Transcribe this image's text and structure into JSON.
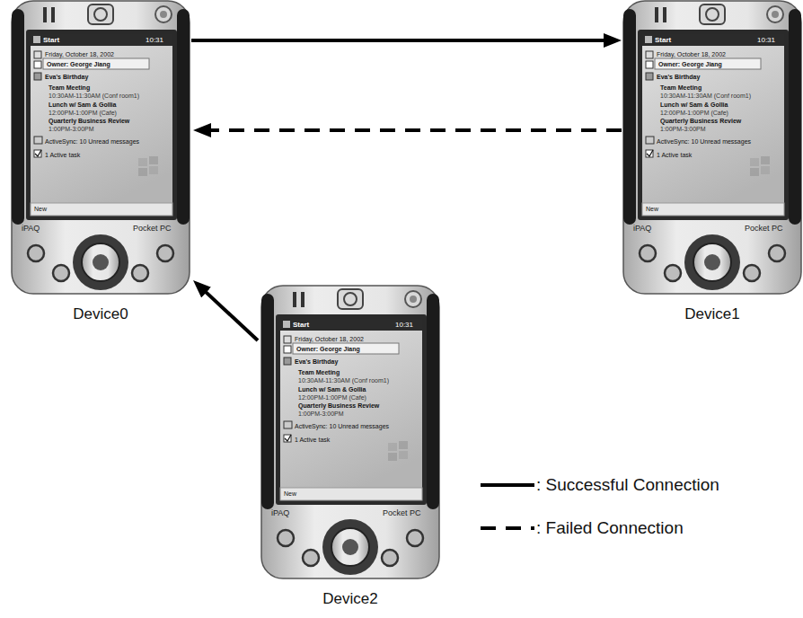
{
  "diagram": {
    "nodes": [
      {
        "text": [
          "Device0"
        ]
      },
      {
        "text": [
          "Device1"
        ]
      },
      {
        "text": [
          "Device2"
        ]
      }
    ],
    "edges": [
      {
        "from": 0,
        "to": 1,
        "arrow": "to"
      },
      {
        "from": 1,
        "to": 0,
        "arrow": "to"
      },
      {
        "from": 2,
        "to": 0,
        "arrow": "to"
      }
    ],
    "labels": [
      "Start",
      "10:31",
      "Friday, October 18, 2002",
      "Owner: George Jiang",
      "Eva's Birthday",
      "Team Meeting",
      "10:30AM-11:30AM (Conf room1)",
      "Lunch w/ Sam & Gollia",
      "12:00PM-1:00PM (Cafe)",
      "Quarterly Business Review",
      "1:00PM-3:00PM",
      "ActiveSync: 10 Unread messages",
      "1 Active task",
      "New",
      "iPAQ",
      "Pocket PC",
      "Start",
      "10:31",
      "Friday, October 18, 2002",
      "Owner: George Jiang",
      "Eva's Birthday",
      "Team Meeting",
      "10:30AM-11:30AM (Conf room1)",
      "Lunch w/ Sam & Gollia",
      "12:00PM-1:00PM (Cafe)",
      "Quarterly Business Review",
      "1:00PM-3:00PM",
      "ActiveSync: 10 Unread messages",
      "1 Active task",
      "New",
      "iPAQ",
      "Pocket PC",
      "Start",
      "10:31",
      "Friday, October 18, 2002",
      "Owner: George Jiang",
      "Eva's Birthday",
      "Team Meeting",
      "10:30AM-11:30AM (Conf room1)",
      "Lunch w/ Sam & Gollia",
      "12:00PM-1:00PM (Cafe)",
      "Quarterly Business Review",
      "1:00PM-3:00PM",
      "ActiveSync: 10 Unread messages",
      "1 Active task",
      "New",
      "iPAQ",
      "Pocket PC"
    ],
    "legend": [
      {
        "text": ": Successful Connection"
      },
      {
        "text": ": Failed Connection"
      }
    ]
  }
}
